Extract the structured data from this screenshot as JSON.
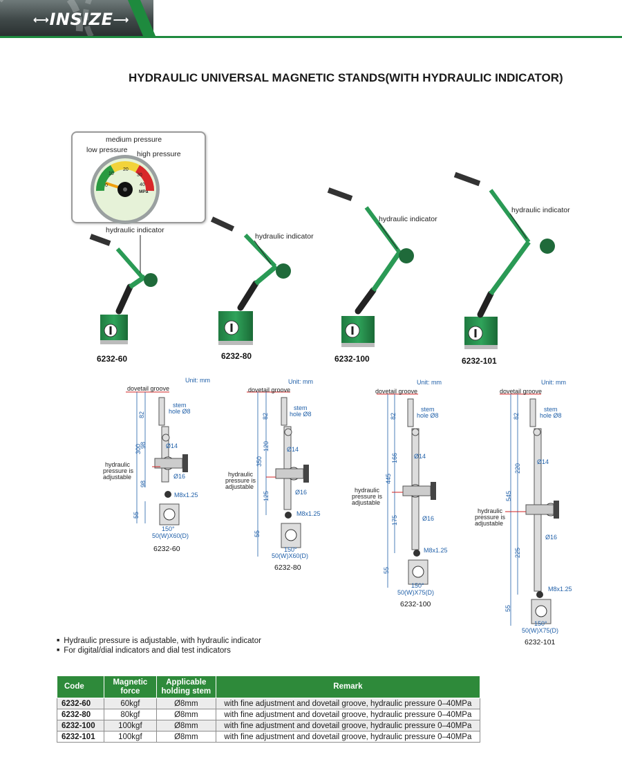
{
  "brand": {
    "logo_text": "INSIZE",
    "green": "#1e8a3e"
  },
  "title": "HYDRAULIC UNIVERSAL MAGNETIC STANDS(WITH HYDRAULIC INDICATOR)",
  "gauge": {
    "medium_label": "medium pressure",
    "low_label": "low pressure",
    "high_label": "high pressure",
    "ticks": [
      "0",
      "10",
      "20",
      "30",
      "40"
    ],
    "unit": "MPa",
    "needle_value": 4
  },
  "products": [
    {
      "code": "6232-60",
      "indicator_label": "hydraulic indicator"
    },
    {
      "code": "6232-80",
      "indicator_label": "hydraulic indicator"
    },
    {
      "code": "6232-100",
      "indicator_label": "hydraulic indicator"
    },
    {
      "code": "6232-101",
      "indicator_label": "hydraulic indicator"
    }
  ],
  "drawings": [
    {
      "code": "6232-60",
      "unit": "Unit: mm",
      "groove": "dovetail groove",
      "stem1": "stem",
      "stem2": "hole Ø8",
      "total": "300",
      "top": "82",
      "upper": "98",
      "lower": "98",
      "base": "55",
      "d14": "Ø14",
      "d16": "Ø16",
      "thread": "M8x1.25",
      "angle": "150°",
      "basedim": "50(W)X60(D)",
      "hyd1": "hydraulic",
      "hyd2": "pressure is",
      "hyd3": "adjustable"
    },
    {
      "code": "6232-80",
      "unit": "Unit: mm",
      "groove": "dovetail groove",
      "stem1": "stem",
      "stem2": "hole Ø8",
      "total": "350",
      "top": "82",
      "upper": "120",
      "lower": "125",
      "base": "55",
      "d14": "Ø14",
      "d16": "Ø16",
      "thread": "M8x1.25",
      "angle": "150°",
      "basedim": "50(W)X60(D)",
      "hyd1": "hydraulic",
      "hyd2": "pressure is",
      "hyd3": "adjustable"
    },
    {
      "code": "6232-100",
      "unit": "Unit: mm",
      "groove": "dovetail groove",
      "stem1": "stem",
      "stem2": "hole Ø8",
      "total": "445",
      "top": "82",
      "upper": "166",
      "lower": "175",
      "base": "55",
      "d14": "Ø14",
      "d16": "Ø16",
      "thread": "M8x1.25",
      "angle": "150°",
      "basedim": "50(W)X75(D)",
      "hyd1": "hydraulic",
      "hyd2": "pressure is",
      "hyd3": "adjustable"
    },
    {
      "code": "6232-101",
      "unit": "Unit: mm",
      "groove": "dovetail groove",
      "stem1": "stem",
      "stem2": "hole Ø8",
      "total": "545",
      "top": "82",
      "upper": "220",
      "lower": "225",
      "base": "55",
      "d14": "Ø14",
      "d16": "Ø16",
      "thread": "M8x1.25",
      "angle": "150°",
      "basedim": "50(W)X75(D)",
      "hyd1": "hydraulic",
      "hyd2": "pressure is",
      "hyd3": "adjustable"
    }
  ],
  "bullets": [
    "Hydraulic pressure is adjustable, with hydraulic indicator",
    "For digital/dial indicators and dial test indicators"
  ],
  "table": {
    "headers": {
      "code": "Code",
      "force1": "Magnetic",
      "force2": "force",
      "stem1": "Applicable",
      "stem2": "holding stem",
      "remark": "Remark"
    },
    "rows": [
      {
        "code": "6232-60",
        "force": "60kgf",
        "stem": "Ø8mm",
        "remark": "with fine adjustment and dovetail groove, hydraulic pressure 0–40MPa"
      },
      {
        "code": "6232-80",
        "force": "80kgf",
        "stem": "Ø8mm",
        "remark": "with fine adjustment and dovetail groove, hydraulic pressure 0–40MPa"
      },
      {
        "code": "6232-100",
        "force": "100kgf",
        "stem": "Ø8mm",
        "remark": "with fine adjustment and dovetail groove, hydraulic pressure 0–40MPa"
      },
      {
        "code": "6232-101",
        "force": "100kgf",
        "stem": "Ø8mm",
        "remark": "with fine adjustment and dovetail groove, hydraulic pressure 0–40MPa"
      }
    ]
  }
}
